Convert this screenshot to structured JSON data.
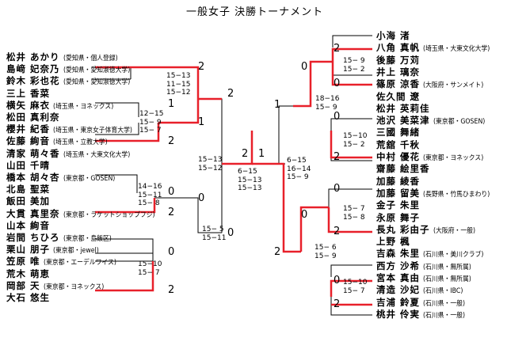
{
  "title": "一般女子 決勝トーナメント",
  "colors": {
    "line": "#000000",
    "winner": "#e8202a",
    "text": "#000000"
  },
  "left_entries": [
    {
      "name": "松井 あかり",
      "aff": "(愛知県・個人登録)"
    },
    {
      "name": "島﨑 妃奈乃",
      "aff": "(愛知県・愛知淑徳大学)"
    },
    {
      "name": "鈴木 彩也花",
      "aff": "(愛知県・愛知淑徳大学)"
    },
    {
      "name": "三上 香菜",
      "aff": ""
    },
    {
      "name": "横矢 麻衣",
      "aff": "(埼玉県・ヨネックス)"
    },
    {
      "name": "松田 真利奈",
      "aff": ""
    },
    {
      "name": "櫻井 紀香",
      "aff": "(埼玉県・東京女子体育大学)"
    },
    {
      "name": "佐藤 絢音",
      "aff": "(埼玉県・立教大学)"
    },
    {
      "name": "清家 萌々香",
      "aff": "(埼玉県・大東文化大学)"
    },
    {
      "name": "山田 千晴",
      "aff": ""
    },
    {
      "name": "橋本 胡々杏",
      "aff": "(東京都・GOSEN)"
    },
    {
      "name": "北島 聖菜",
      "aff": ""
    },
    {
      "name": "飯田 美加",
      "aff": ""
    },
    {
      "name": "大貫 真里奈",
      "aff": "(東京都・ラケットショップフジ)"
    },
    {
      "name": "山本 絢音",
      "aff": ""
    },
    {
      "name": "岩間 ちひろ",
      "aff": "(東京都・島飯区)"
    },
    {
      "name": "栗山 朋子",
      "aff": "(東京都・jewel)"
    },
    {
      "name": "笠原 唯",
      "aff": "(東京都・エーデルワイス)"
    },
    {
      "name": "荒木 萌恵",
      "aff": ""
    },
    {
      "name": "岡部 天",
      "aff": "(東京都・ヨネックス)"
    },
    {
      "name": "大石 悠生",
      "aff": ""
    }
  ],
  "right_entries": [
    {
      "name": "小海 渚",
      "aff": ""
    },
    {
      "name": "八角 真帆",
      "aff": "(埼玉県・大東文化大学)"
    },
    {
      "name": "後藤 万苅",
      "aff": ""
    },
    {
      "name": "井上 璃奈",
      "aff": ""
    },
    {
      "name": "篠原 涼香",
      "aff": "(大阪府・サンメイト)"
    },
    {
      "name": "佐久間 遼",
      "aff": ""
    },
    {
      "name": "松井 英莉佳",
      "aff": ""
    },
    {
      "name": "池沢 美菜津",
      "aff": "(東京都・GOSEN)"
    },
    {
      "name": "三國 舞緒",
      "aff": ""
    },
    {
      "name": "荒舘 千秋",
      "aff": ""
    },
    {
      "name": "中村 優花",
      "aff": "(東京都・ヨネックス)"
    },
    {
      "name": "齋藤 絵里香",
      "aff": ""
    },
    {
      "name": "加藤 綾香",
      "aff": ""
    },
    {
      "name": "加藤 留美",
      "aff": "(長野県・竹馬ひまわり)"
    },
    {
      "name": "金子 朱里",
      "aff": ""
    },
    {
      "name": "永原 舞子",
      "aff": ""
    },
    {
      "name": "長丸 彩由子",
      "aff": "(大阪府・一般)"
    },
    {
      "name": "上野 楓",
      "aff": ""
    },
    {
      "name": "吉森 朱里",
      "aff": "(石川県・美川クラブ)"
    },
    {
      "name": "西方 沙希",
      "aff": "(石川県・無所属)"
    },
    {
      "name": "宮本 真由",
      "aff": "(石川県・無所属)"
    },
    {
      "name": "清造 沙妃",
      "aff": "(石川県・IBC)"
    },
    {
      "name": "吉浦 鈴夏",
      "aff": "(石川県・一般)"
    },
    {
      "name": "桃井 伶実",
      "aff": "(石川県・一般)"
    }
  ],
  "scores": {
    "l1": [
      "15−13",
      "11−15",
      "15−12"
    ],
    "l2": [
      "12−15",
      "15− 9",
      "15− 7"
    ],
    "l3": [
      "14−16",
      "15−11",
      "15− 8"
    ],
    "l4": [
      "15− 5",
      "15−11"
    ],
    "l5": [
      "15−10",
      "15− 7"
    ],
    "lsemi": [
      "15−13",
      "15−12"
    ],
    "final": [
      "6−15",
      "15−13",
      "15−13"
    ],
    "rsemi": [
      "6−15",
      "16−14",
      "15− 9"
    ],
    "r1": [
      "15− 9",
      "15− 2"
    ],
    "r2": [
      "18−16",
      "15− 9"
    ],
    "r3": [
      "15−10",
      "15− 2"
    ],
    "r4": [
      "15− 7",
      "15− 8"
    ],
    "r5": [
      "15− 6",
      "15− 9"
    ],
    "r6": [
      "15−10",
      "15− 7"
    ]
  },
  "round_scores": {
    "a": "2",
    "b": "2",
    "c": "1",
    "d": "1",
    "e": "2",
    "f": "0",
    "g": "0",
    "h": "2",
    "i": "0",
    "j": "0",
    "k": "2",
    "m": "2",
    "n": "1",
    "o": "2",
    "p": "0",
    "q": "0",
    "r": "1",
    "s": "0",
    "t": "2",
    "u": "0",
    "v": "0",
    "w": "2",
    "x": "2",
    "y": "0",
    "z": "2"
  }
}
